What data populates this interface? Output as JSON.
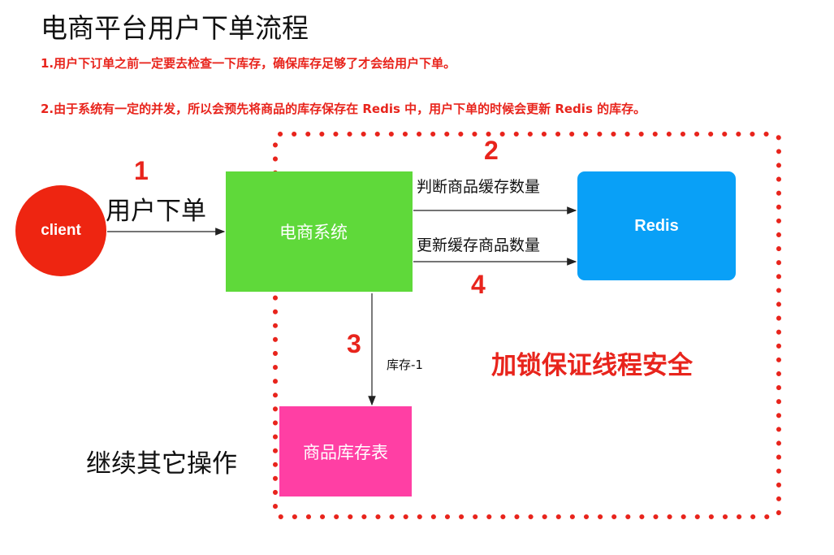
{
  "title": "电商平台用户下单流程",
  "notes": [
    "1.用户下订单之前一定要去检查一下库存，确保库存足够了才会给用户下单。",
    "2.由于系统有一定的并发，所以会预先将商品的库存保存在 Redis 中，用户下单的时候会更新 Redis 的库存。"
  ],
  "nodes": {
    "client": "client",
    "ecommerce": "电商系统",
    "redis": "Redis",
    "stock_table": "商品库存表"
  },
  "steps": {
    "s1": "1",
    "s2": "2",
    "s3": "3",
    "s4": "4"
  },
  "edge_labels": {
    "user_order": "用户下单",
    "check_stock": "判断商品缓存数量",
    "update_stock": "更新缓存商品数量",
    "decrement": "库存-1"
  },
  "continue_label": "继续其它操作",
  "lock_label": "加锁保证线程安全",
  "colors": {
    "accent_red": "#e8241c",
    "client": "#ee2511",
    "ecommerce": "#5fd93a",
    "redis": "#09a0f7",
    "stock_table": "#ff3fa4"
  }
}
